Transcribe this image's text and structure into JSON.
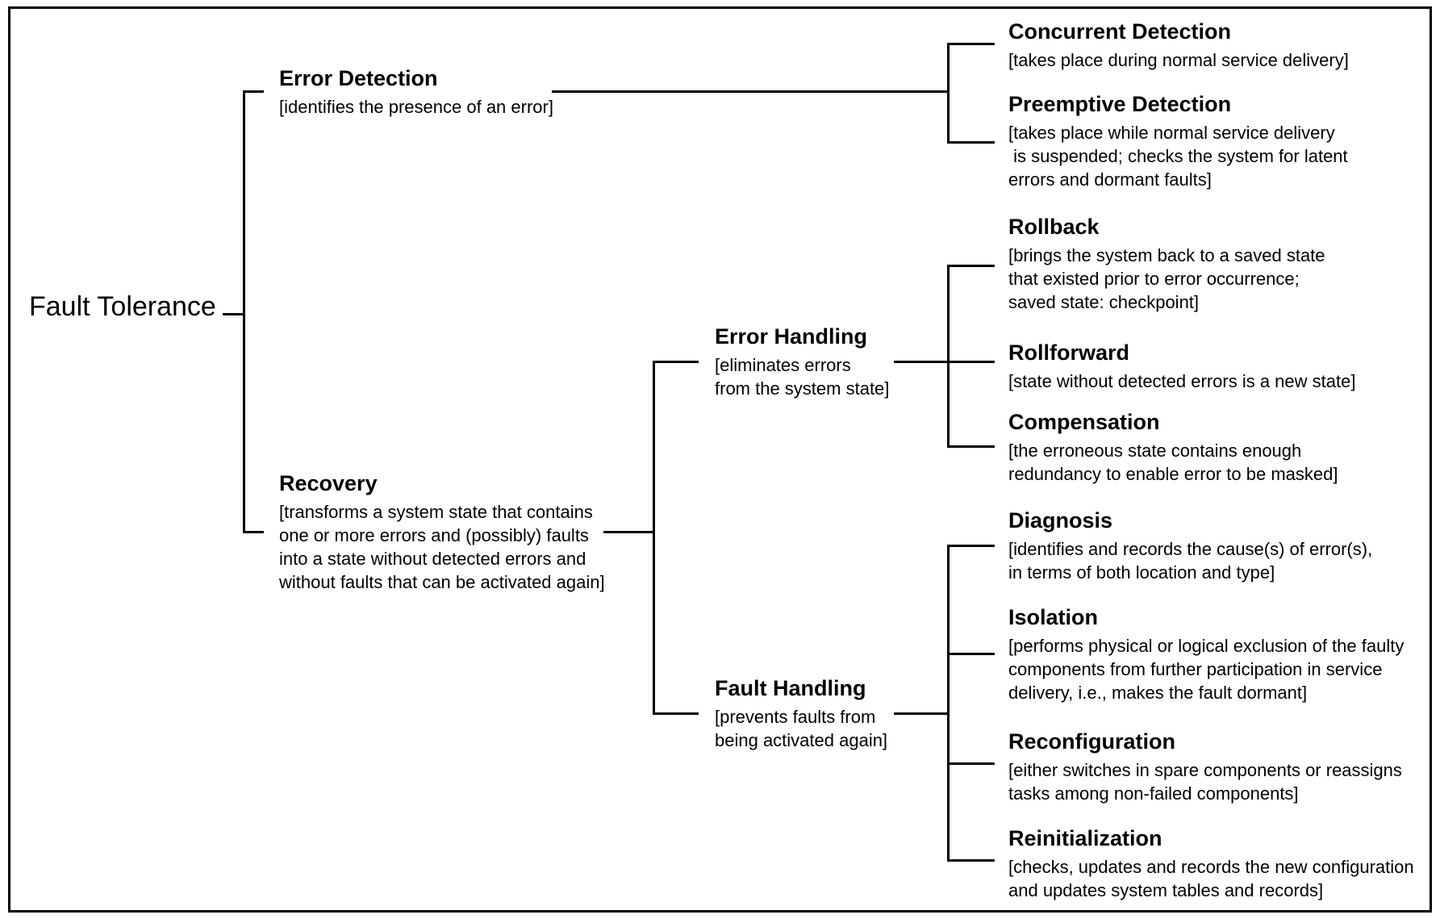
{
  "colors": {
    "ink": "#000000",
    "background": "#ffffff"
  },
  "nodes": {
    "fault_tolerance": {
      "title": "Fault Tolerance"
    },
    "error_detection": {
      "title": "Error Detection",
      "desc": [
        "[identifies the presence of an error]"
      ]
    },
    "concurrent_detection": {
      "title": "Concurrent Detection",
      "desc": [
        "[takes place during normal service delivery]"
      ]
    },
    "preemptive_detection": {
      "title": "Preemptive Detection",
      "desc": [
        "[takes place while normal service delivery",
        " is suspended; checks the system for latent",
        "errors and dormant faults]"
      ]
    },
    "recovery": {
      "title": "Recovery",
      "desc": [
        "[transforms a system state that contains",
        "one or more errors and (possibly) faults",
        "into a state without detected errors and",
        "without faults that can be activated again]"
      ]
    },
    "error_handling": {
      "title": "Error Handling",
      "desc": [
        "[eliminates errors",
        "from the system state]"
      ]
    },
    "rollback": {
      "title": "Rollback",
      "desc": [
        "[brings the system back to a saved state",
        "that existed prior to error occurrence;",
        "saved state: checkpoint]"
      ]
    },
    "rollforward": {
      "title": "Rollforward",
      "desc": [
        "[state without detected errors is a new state]"
      ]
    },
    "compensation": {
      "title": "Compensation",
      "desc": [
        "[the erroneous state contains enough",
        "redundancy to enable error to be masked]"
      ]
    },
    "fault_handling": {
      "title": "Fault Handling",
      "desc": [
        "[prevents faults from",
        "being activated again]"
      ]
    },
    "diagnosis": {
      "title": "Diagnosis",
      "desc": [
        "[identifies and records the cause(s) of error(s),",
        "in terms of both location and type]"
      ]
    },
    "isolation": {
      "title": "Isolation",
      "desc": [
        "[performs physical or logical exclusion of the faulty",
        "components from further participation in service",
        "delivery, i.e., makes the fault dormant]"
      ]
    },
    "reconfiguration": {
      "title": "Reconfiguration",
      "desc": [
        "[either switches in spare components or reassigns",
        "tasks among non-failed components]"
      ]
    },
    "reinitialization": {
      "title": "Reinitialization",
      "desc": [
        "[checks, updates and records the new configuration",
        "and updates system tables and records]"
      ]
    }
  }
}
